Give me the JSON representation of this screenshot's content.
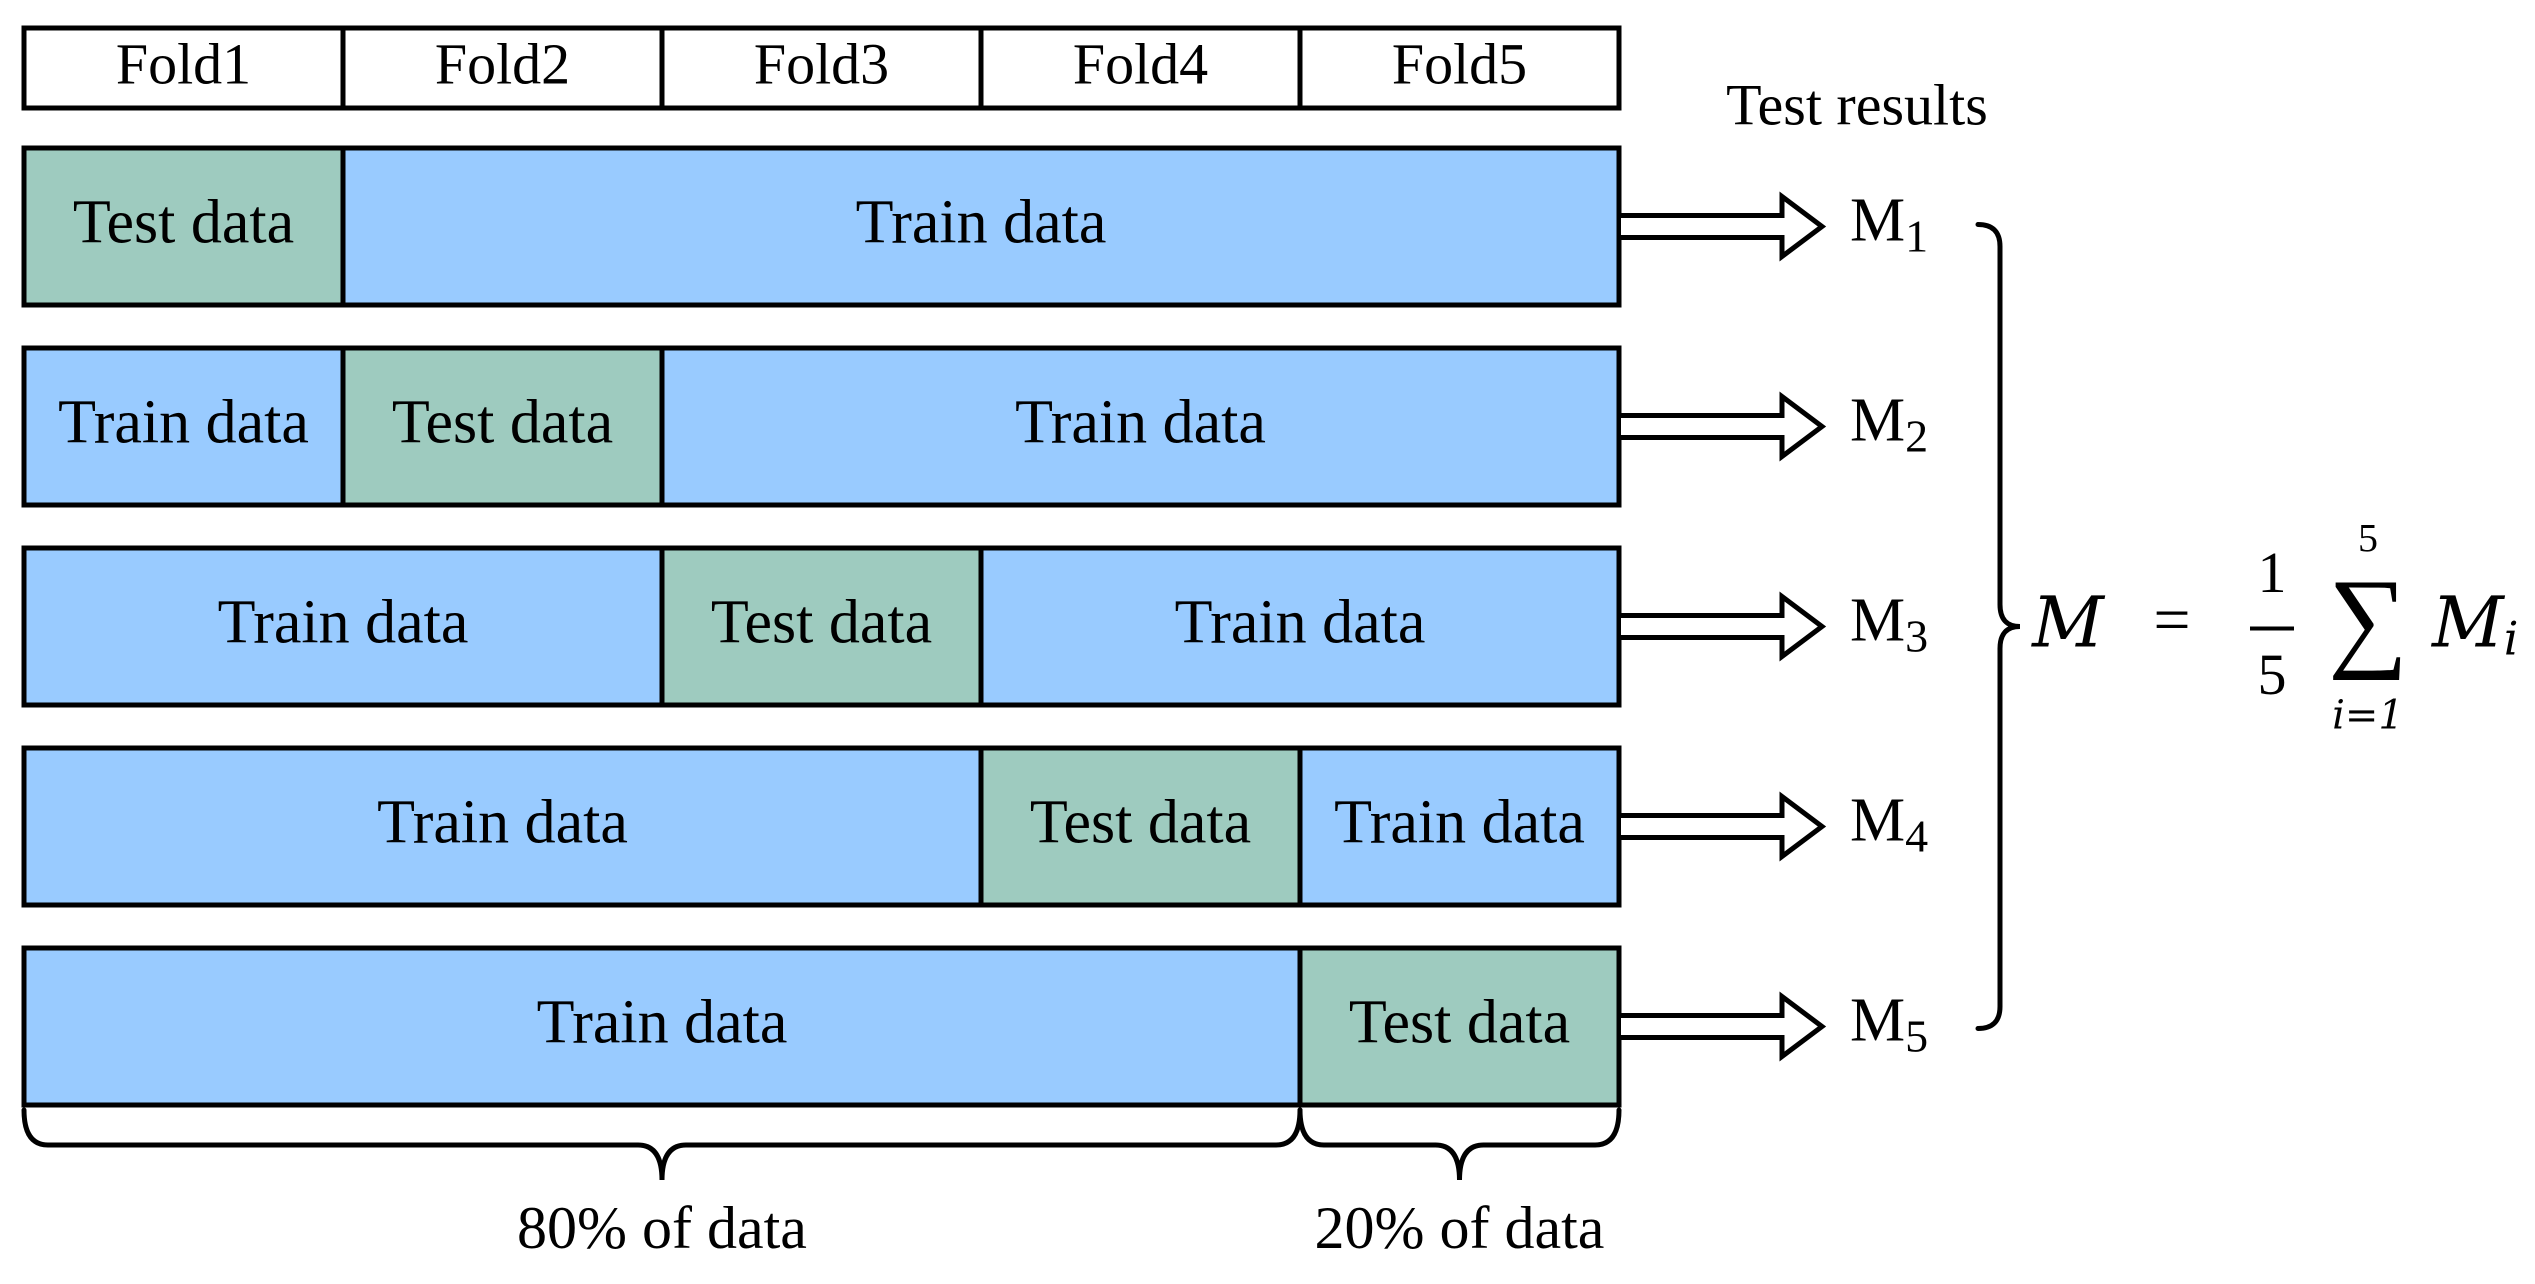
{
  "folds": [
    "Fold1",
    "Fold2",
    "Fold3",
    "Fold4",
    "Fold5"
  ],
  "test_label": "Test data",
  "train_label": "Train data",
  "results_title": "Test results",
  "rows": [
    {
      "test_fold": 1,
      "result": "M",
      "sub": "1"
    },
    {
      "test_fold": 2,
      "result": "M",
      "sub": "2"
    },
    {
      "test_fold": 3,
      "result": "M",
      "sub": "3"
    },
    {
      "test_fold": 4,
      "result": "M",
      "sub": "4"
    },
    {
      "test_fold": 5,
      "result": "M",
      "sub": "5"
    }
  ],
  "formula": {
    "lhs": "M",
    "equals": "=",
    "numerator": "1",
    "denominator": "5",
    "sum_upper": "5",
    "sum_lower": "i=1",
    "term": "M",
    "term_sub": "i"
  },
  "bottom_labels": {
    "train_share": "80% of data",
    "test_share": "20% of data"
  },
  "colors": {
    "test": "#9ecbbf",
    "train": "#99cbff",
    "stroke": "#000000"
  }
}
